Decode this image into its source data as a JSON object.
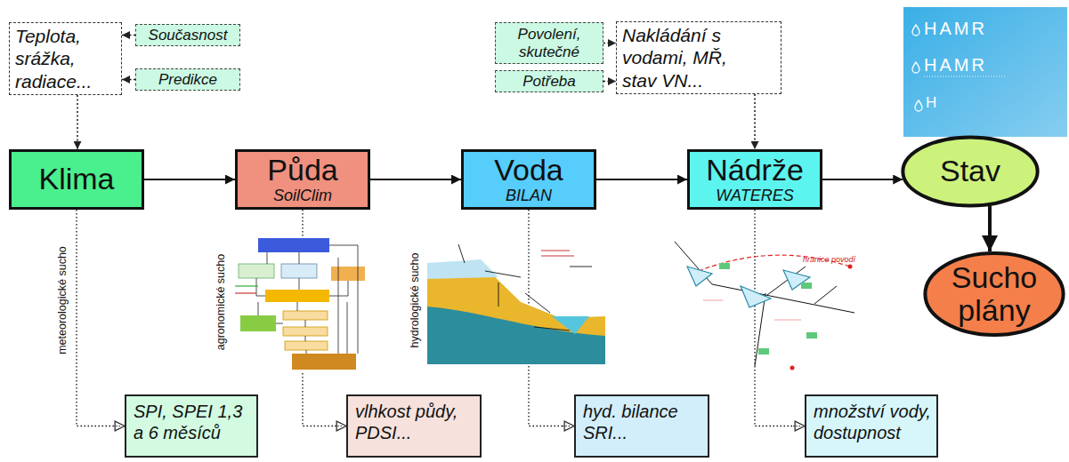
{
  "diagram": {
    "nodes": [
      {
        "text": [
          "Teplota, srážka, radiace..."
        ]
      },
      {
        "text": [
          "Současnost"
        ]
      },
      {
        "text": [
          "Predikce"
        ]
      },
      {
        "text": [
          "Povolení, skutečné"
        ]
      },
      {
        "text": [
          "Potřeba"
        ]
      },
      {
        "text": [
          "Nakládání s vodami, MŘ, stav VN..."
        ]
      },
      {
        "text": [
          "Klima"
        ]
      },
      {
        "text": [
          "Půda",
          "SoilClim"
        ]
      },
      {
        "text": [
          "Voda",
          "BILAN"
        ]
      },
      {
        "text": [
          "Nádrže",
          "WATERES"
        ]
      },
      {
        "text": [
          "Stav"
        ]
      },
      {
        "text": [
          "Sucho plány"
        ]
      },
      {
        "text": [
          "SPI, SPEI 1,3 a 6 měsíců"
        ]
      },
      {
        "text": [
          "vlhkost půdy, PDSI..."
        ]
      },
      {
        "text": [
          "hyd. bilance SRI..."
        ]
      },
      {
        "text": [
          "množství vody, dostupnost"
        ]
      }
    ],
    "edges": [
      {
        "from": 1,
        "to": 0,
        "arrow": "to"
      },
      {
        "from": 2,
        "to": 0,
        "arrow": "to"
      },
      {
        "from": 3,
        "to": 5,
        "arrow": "to"
      },
      {
        "from": 4,
        "to": 5,
        "arrow": "to"
      },
      {
        "from": 0,
        "to": 6,
        "arrow": "to"
      },
      {
        "from": 5,
        "to": 9,
        "arrow": "to"
      },
      {
        "from": 6,
        "to": 7,
        "arrow": "to"
      },
      {
        "from": 7,
        "to": 8,
        "arrow": "to"
      },
      {
        "from": 8,
        "to": 9,
        "arrow": "to"
      },
      {
        "from": 9,
        "to": 10,
        "arrow": "to"
      },
      {
        "from": 10,
        "to": 11,
        "arrow": "to"
      },
      {
        "from": 6,
        "to": 12,
        "arrow": "to"
      },
      {
        "from": 7,
        "to": 13,
        "arrow": "to"
      },
      {
        "from": 8,
        "to": 14,
        "arrow": "to"
      },
      {
        "from": 9,
        "to": 15,
        "arrow": "to"
      }
    ],
    "labels": [
      "meteorologické sucho",
      "agronomické sucho",
      "hydrologické sucho",
      "HAMR",
      "HAMR",
      "H",
      "hranice povodí"
    ]
  }
}
